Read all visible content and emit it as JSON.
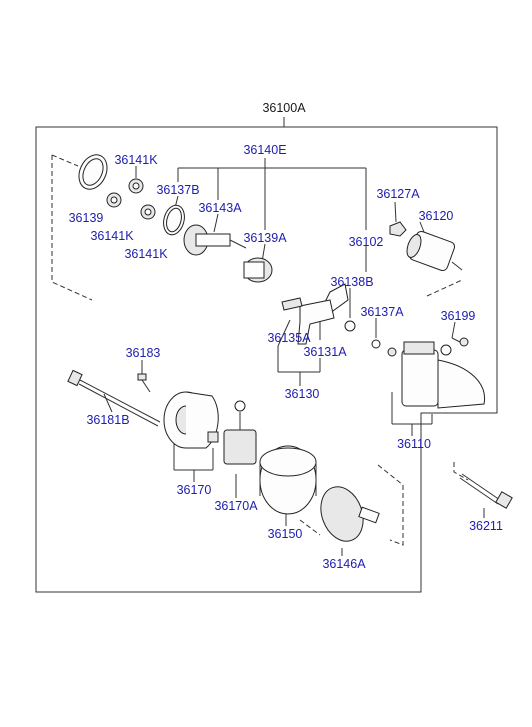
{
  "labels": {
    "assembly": "36100A",
    "kit": "36140E",
    "p36141K_a": "36141K",
    "p36139": "36139",
    "p36141K_b": "36141K",
    "p36141K_c": "36141K",
    "p36137B": "36137B",
    "p36143A": "36143A",
    "p36139A": "36139A",
    "p36127A": "36127A",
    "p36120": "36120",
    "p36102": "36102",
    "p36138B": "36138B",
    "p36137A": "36137A",
    "p36199": "36199",
    "p36135A": "36135A",
    "p36131A": "36131A",
    "p36130": "36130",
    "p36183": "36183",
    "p36181B": "36181B",
    "p36110": "36110",
    "p36170": "36170",
    "p36170A": "36170A",
    "p36150": "36150",
    "p36146A": "36146A",
    "p36211": "36211"
  },
  "colors": {
    "label": "#2020b0",
    "assembly_label": "#1a1a1a",
    "lines": "#333333"
  }
}
